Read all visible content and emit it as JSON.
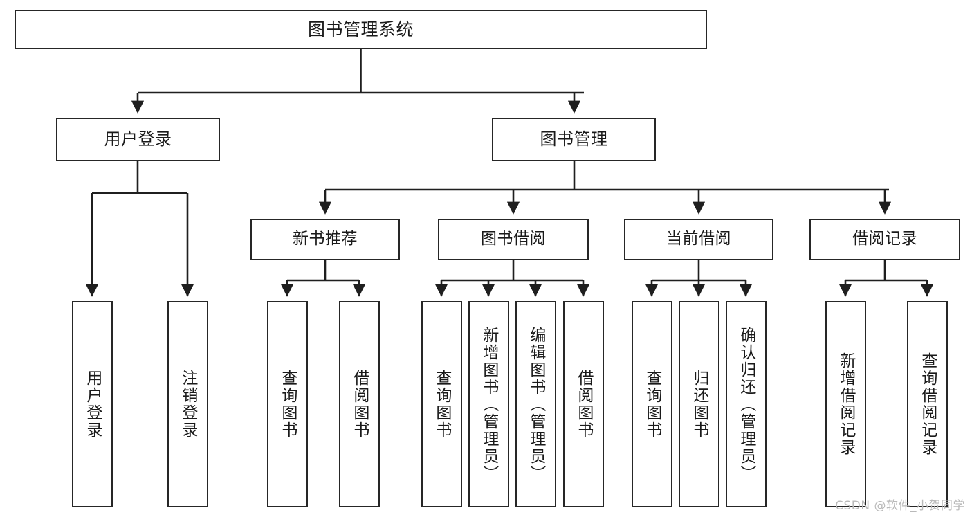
{
  "diagram": {
    "title": "图书管理系统",
    "type": "tree-hierarchy-diagram",
    "watermark": "CSDN @软件_小贺同学",
    "colors": {
      "box_border": "#262626",
      "box_fill": "#ffffff",
      "connector": "#1f1f1f",
      "text": "#1a1a1a",
      "watermark": "#b9b9b9",
      "background": "#ffffff"
    },
    "root": {
      "label": "图书管理系统"
    },
    "level2": [
      {
        "label": "用户登录"
      },
      {
        "label": "图书管理"
      }
    ],
    "level3": [
      {
        "label": "新书推荐"
      },
      {
        "label": "图书借阅"
      },
      {
        "label": "当前借阅"
      },
      {
        "label": "借阅记录"
      }
    ],
    "leaves": {
      "user_login": [
        {
          "label": "用户登录"
        },
        {
          "label": "注销登录"
        }
      ],
      "new_book_recommend": [
        {
          "label": "查询图书"
        },
        {
          "label": "借阅图书"
        }
      ],
      "book_borrow": [
        {
          "label": "查询图书"
        },
        {
          "label": "新增图书（管理员）"
        },
        {
          "label": "编辑图书（管理员）"
        },
        {
          "label": "借阅图书"
        }
      ],
      "current_borrow": [
        {
          "label": "查询图书"
        },
        {
          "label": "归还图书"
        },
        {
          "label": "确认归还（管理员）"
        }
      ],
      "borrow_record": [
        {
          "label": "新增借阅记录"
        },
        {
          "label": "查询借阅记录"
        }
      ]
    }
  }
}
